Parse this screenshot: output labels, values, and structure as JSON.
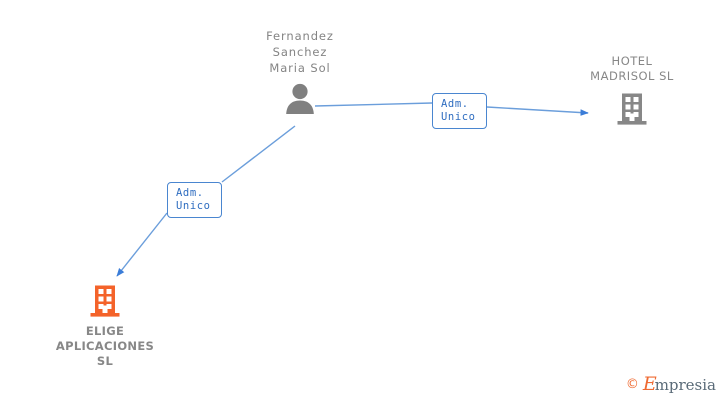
{
  "diagram": {
    "background_color": "#ffffff",
    "nodes": [
      {
        "id": "person",
        "type": "person",
        "icon": "person-icon",
        "label": "Fernandez\nSanchez\nMaria Sol",
        "color": "#808080"
      },
      {
        "id": "hotel",
        "type": "company",
        "icon": "building-icon",
        "label": "HOTEL\nMADRISOL SL",
        "color": "#878787"
      },
      {
        "id": "elige",
        "type": "company",
        "icon": "building-icon",
        "label": "ELIGE\nAPLICACIONES\nSL",
        "color": "#f4632a"
      }
    ],
    "edges": [
      {
        "id": "edge-person-hotel",
        "from": "person",
        "to": "hotel",
        "label": "Adm.\nUnico",
        "color": "#4a86d0"
      },
      {
        "id": "edge-person-elige",
        "from": "person",
        "to": "elige",
        "label": "Adm.\nUnico",
        "color": "#4a86d0"
      }
    ]
  },
  "watermark": {
    "copyright": "©",
    "brand_initial": "E",
    "brand_rest": "mpresia",
    "accent_color": "#ef6b33",
    "text_color": "#5a6b78"
  }
}
